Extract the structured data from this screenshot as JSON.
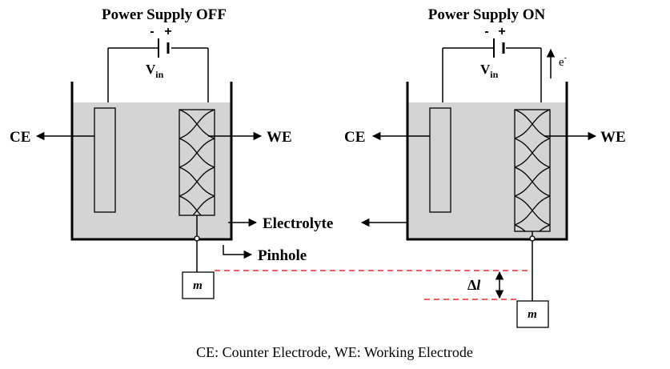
{
  "left": {
    "title": "Power Supply OFF",
    "minus": "-",
    "plus": "+",
    "vin_main": "V",
    "vin_sub": "in",
    "ce": "CE",
    "we": "WE",
    "mass": "m"
  },
  "right": {
    "title": "Power Supply ON",
    "minus": "-",
    "plus": "+",
    "vin_main": "V",
    "vin_sub": "in",
    "ce": "CE",
    "we": "WE",
    "mass": "m",
    "electron_main": "e",
    "electron_sup": "-"
  },
  "labels": {
    "electrolyte": "Electrolyte",
    "pinhole": "Pinhole",
    "delta_main": "Δ",
    "delta_var": "l"
  },
  "caption": "CE: Counter Electrode, WE: Working Electrode",
  "colors": {
    "electrolyte": "#d4d4d4",
    "dashed": "#e03030"
  }
}
